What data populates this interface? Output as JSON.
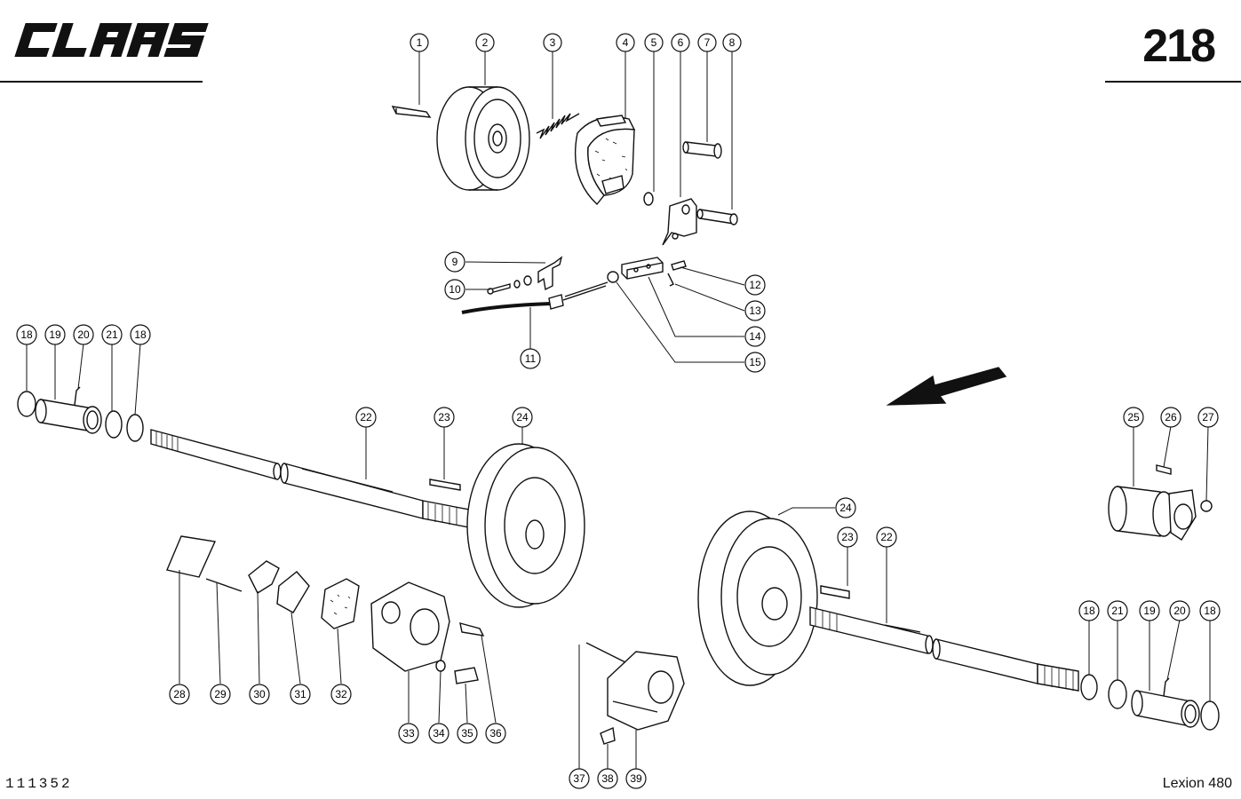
{
  "header": {
    "brand": "CLAAS",
    "page_number": "218"
  },
  "footer": {
    "drawing_number": "111352",
    "model": "Lexion 480"
  },
  "callouts": {
    "c1": "1",
    "c2": "2",
    "c3": "3",
    "c4": "4",
    "c5": "5",
    "c6": "6",
    "c7": "7",
    "c8": "8",
    "c9": "9",
    "c10": "10",
    "c11": "11",
    "c12": "12",
    "c13": "13",
    "c14": "14",
    "c15": "15",
    "c18": "18",
    "c19": "19",
    "c20": "20",
    "c21": "21",
    "c22": "22",
    "c23": "23",
    "c24": "24",
    "c25": "25",
    "c26": "26",
    "c27": "27",
    "c28": "28",
    "c29": "29",
    "c30": "30",
    "c31": "31",
    "c32": "32",
    "c33": "33",
    "c34": "34",
    "c35": "35",
    "c36": "36",
    "c37": "37",
    "c38": "38",
    "c39": "39"
  },
  "colors": {
    "ink": "#111111",
    "paper": "#ffffff"
  }
}
